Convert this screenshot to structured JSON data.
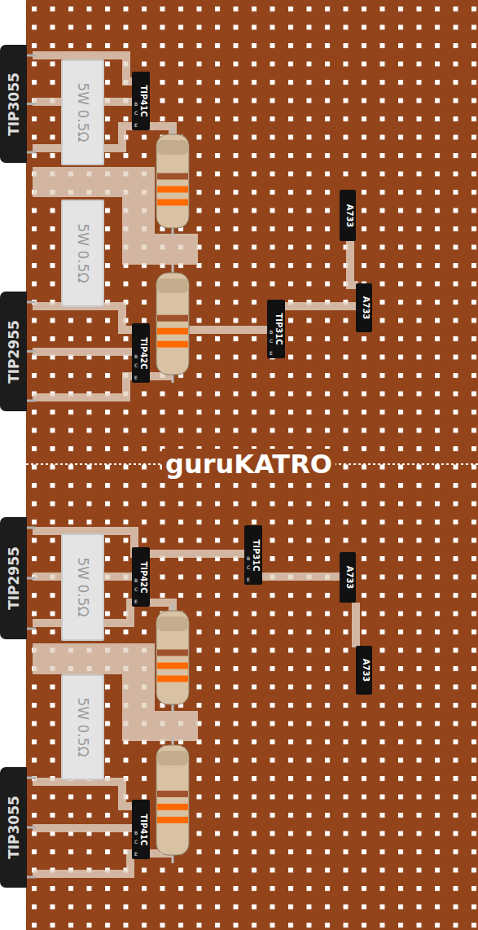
{
  "diagram": {
    "nodes": [
      {
        "text": [
          "TIP3055"
        ]
      },
      {
        "text": [
          "5W 0.5Ω"
        ]
      },
      {
        "text": [
          "TIP41C",
          "B",
          "C",
          "E"
        ]
      },
      {
        "text": [
          "A733"
        ]
      },
      {
        "text": [
          "5W 0.5Ω"
        ]
      },
      {
        "text": [
          "A733"
        ]
      },
      {
        "text": [
          "TIP2955"
        ]
      },
      {
        "text": [
          "TIP31C",
          "B",
          "C",
          "E"
        ]
      },
      {
        "text": [
          "TIP42C",
          "B",
          "C",
          "E"
        ]
      },
      {
        "text": [
          "TIP2955"
        ]
      },
      {
        "text": [
          "TIP31C",
          "B",
          "C",
          "E"
        ]
      },
      {
        "text": [
          "5W 0.5Ω"
        ]
      },
      {
        "text": [
          "TIP42C",
          "B",
          "C",
          "E"
        ]
      },
      {
        "text": [
          "A733"
        ]
      },
      {
        "text": [
          "A733"
        ]
      },
      {
        "text": [
          "5W 0.5Ω"
        ]
      },
      {
        "text": [
          "TIP3055"
        ]
      },
      {
        "text": [
          "TIP41C",
          "B",
          "C",
          "E"
        ]
      }
    ],
    "labels": [
      "guruKATRO"
    ]
  }
}
